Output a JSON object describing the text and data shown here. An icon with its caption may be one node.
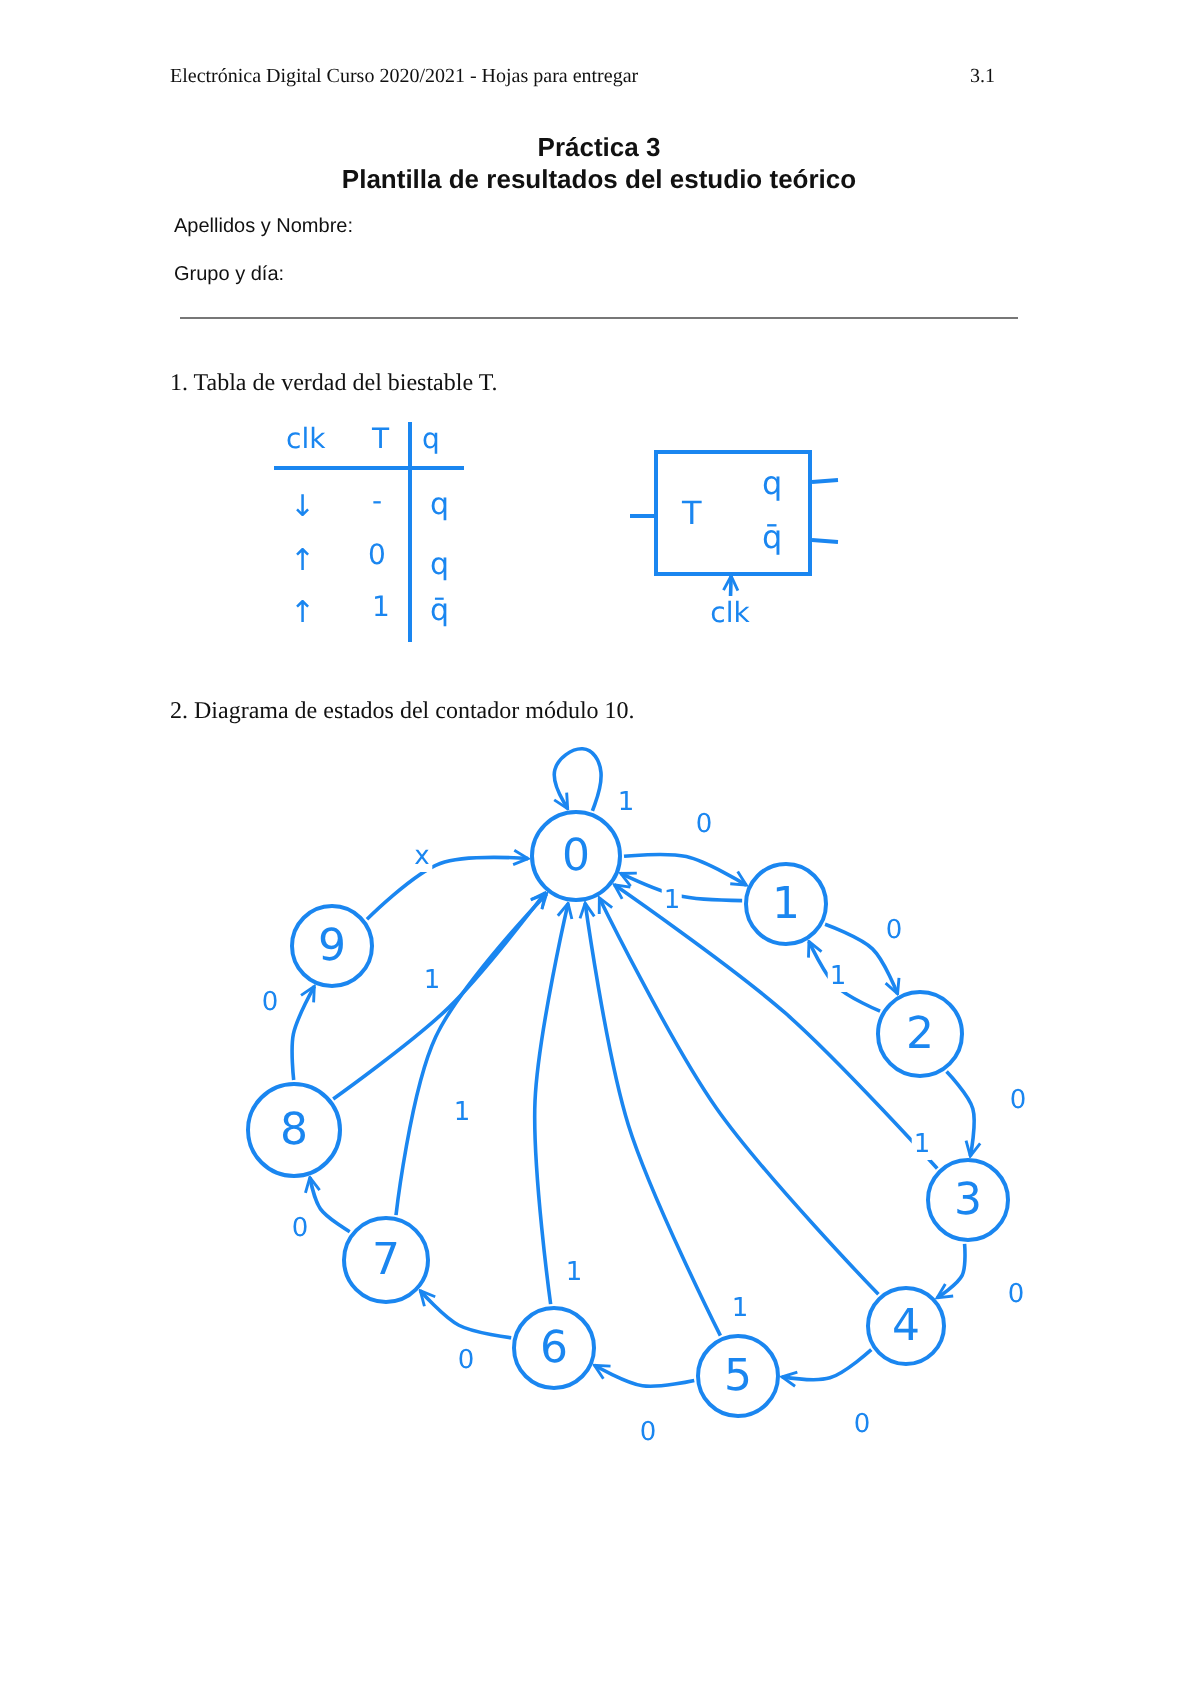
{
  "diagram": {
    "title": "Práctica 3",
    "nodes": [
      {
        "text": [
          "0"
        ]
      },
      {
        "text": [
          "1"
        ]
      },
      {
        "text": [
          "2"
        ]
      },
      {
        "text": [
          "3"
        ]
      },
      {
        "text": [
          "4"
        ]
      },
      {
        "text": [
          "5"
        ]
      },
      {
        "text": [
          "6"
        ]
      },
      {
        "text": [
          "7"
        ]
      },
      {
        "text": [
          "8"
        ]
      },
      {
        "text": [
          "9"
        ]
      },
      {
        "text": [
          "T",
          "q",
          "q̄"
        ]
      },
      {
        "text": [
          "clk"
        ]
      }
    ],
    "edges": [
      {
        "from": 0,
        "to": 0,
        "arrow": "to",
        "label": "1"
      },
      {
        "from": 0,
        "to": 1,
        "arrow": "to",
        "label": "0"
      },
      {
        "from": 1,
        "to": 0,
        "arrow": "to",
        "label": "1"
      },
      {
        "from": 1,
        "to": 2,
        "arrow": "to",
        "label": "0"
      },
      {
        "from": 2,
        "to": 1,
        "arrow": "to",
        "label": "1"
      },
      {
        "from": 2,
        "to": 3,
        "arrow": "to",
        "label": "0"
      },
      {
        "from": 3,
        "to": 0,
        "arrow": "to",
        "label": "1"
      },
      {
        "from": 3,
        "to": 4,
        "arrow": "to",
        "label": "0"
      },
      {
        "from": 4,
        "to": 0,
        "arrow": "to"
      },
      {
        "from": 4,
        "to": 5,
        "arrow": "to",
        "label": "0"
      },
      {
        "from": 5,
        "to": 0,
        "arrow": "to",
        "label": "1"
      },
      {
        "from": 5,
        "to": 6,
        "arrow": "to",
        "label": "0"
      },
      {
        "from": 6,
        "to": 0,
        "arrow": "to",
        "label": "1"
      },
      {
        "from": 6,
        "to": 7,
        "arrow": "to",
        "label": "0"
      },
      {
        "from": 7,
        "to": 0,
        "arrow": "to",
        "label": "1"
      },
      {
        "from": 7,
        "to": 8,
        "arrow": "to",
        "label": "0"
      },
      {
        "from": 8,
        "to": 0,
        "arrow": "to",
        "label": "1"
      },
      {
        "from": 8,
        "to": 9,
        "arrow": "to",
        "label": "0"
      },
      {
        "from": 9,
        "to": 0,
        "arrow": "to",
        "label": "x"
      },
      {
        "from": 11,
        "to": 10,
        "arrow": "to"
      }
    ],
    "labels": [
      "Electrónica Digital Curso 2020/2021 - Hojas para entregar",
      "3.1",
      "Plantilla de resultados del estudio teórico",
      "Apellidos y Nombre:",
      "Grupo y día:",
      "1. Tabla de verdad del biestable T.",
      "clk",
      "T",
      "q",
      "↓",
      "-",
      "q",
      "↑",
      "0",
      "q",
      "↑",
      "1",
      "q̄",
      "2. Diagrama de estados del contador módulo 10."
    ]
  }
}
